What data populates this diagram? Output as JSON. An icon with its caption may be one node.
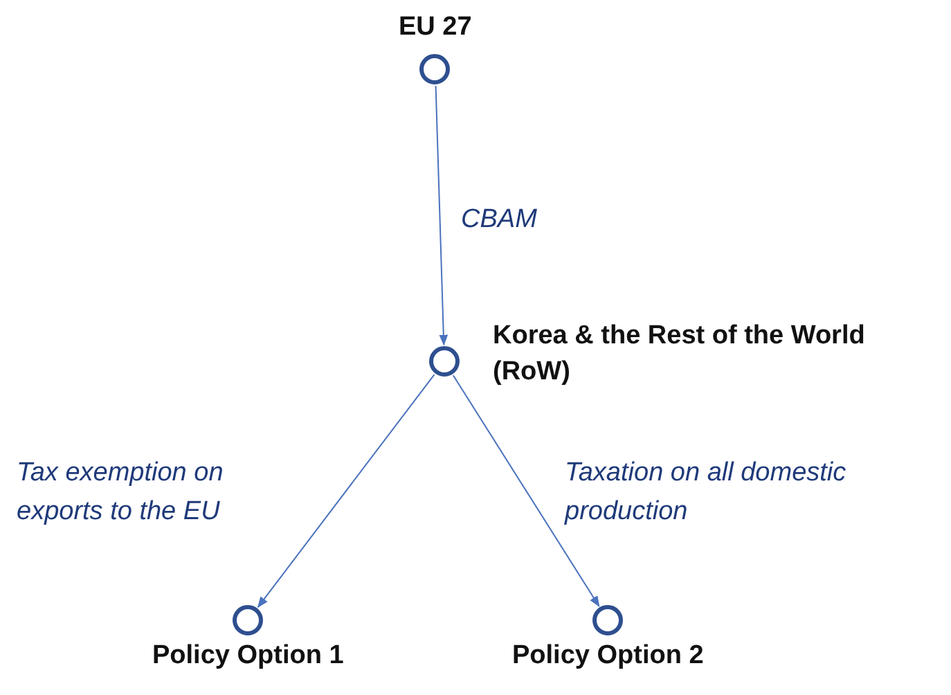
{
  "diagram": {
    "nodes": [
      {
        "text": [
          "EU 27"
        ]
      },
      {
        "text": [
          "Korea & the Rest of the World (RoW)"
        ]
      },
      {
        "text": [
          "Policy Option 1"
        ]
      },
      {
        "text": [
          "Policy Option 2"
        ]
      }
    ],
    "edges": [
      {
        "from": 0,
        "to": 1,
        "arrow": "to",
        "label": "CBAM"
      },
      {
        "from": 1,
        "to": 2,
        "arrow": "to",
        "label": "Tax exemption on exports to the EU"
      },
      {
        "from": 1,
        "to": 3,
        "arrow": "to",
        "label": "Taxation on all domestic production"
      }
    ]
  }
}
